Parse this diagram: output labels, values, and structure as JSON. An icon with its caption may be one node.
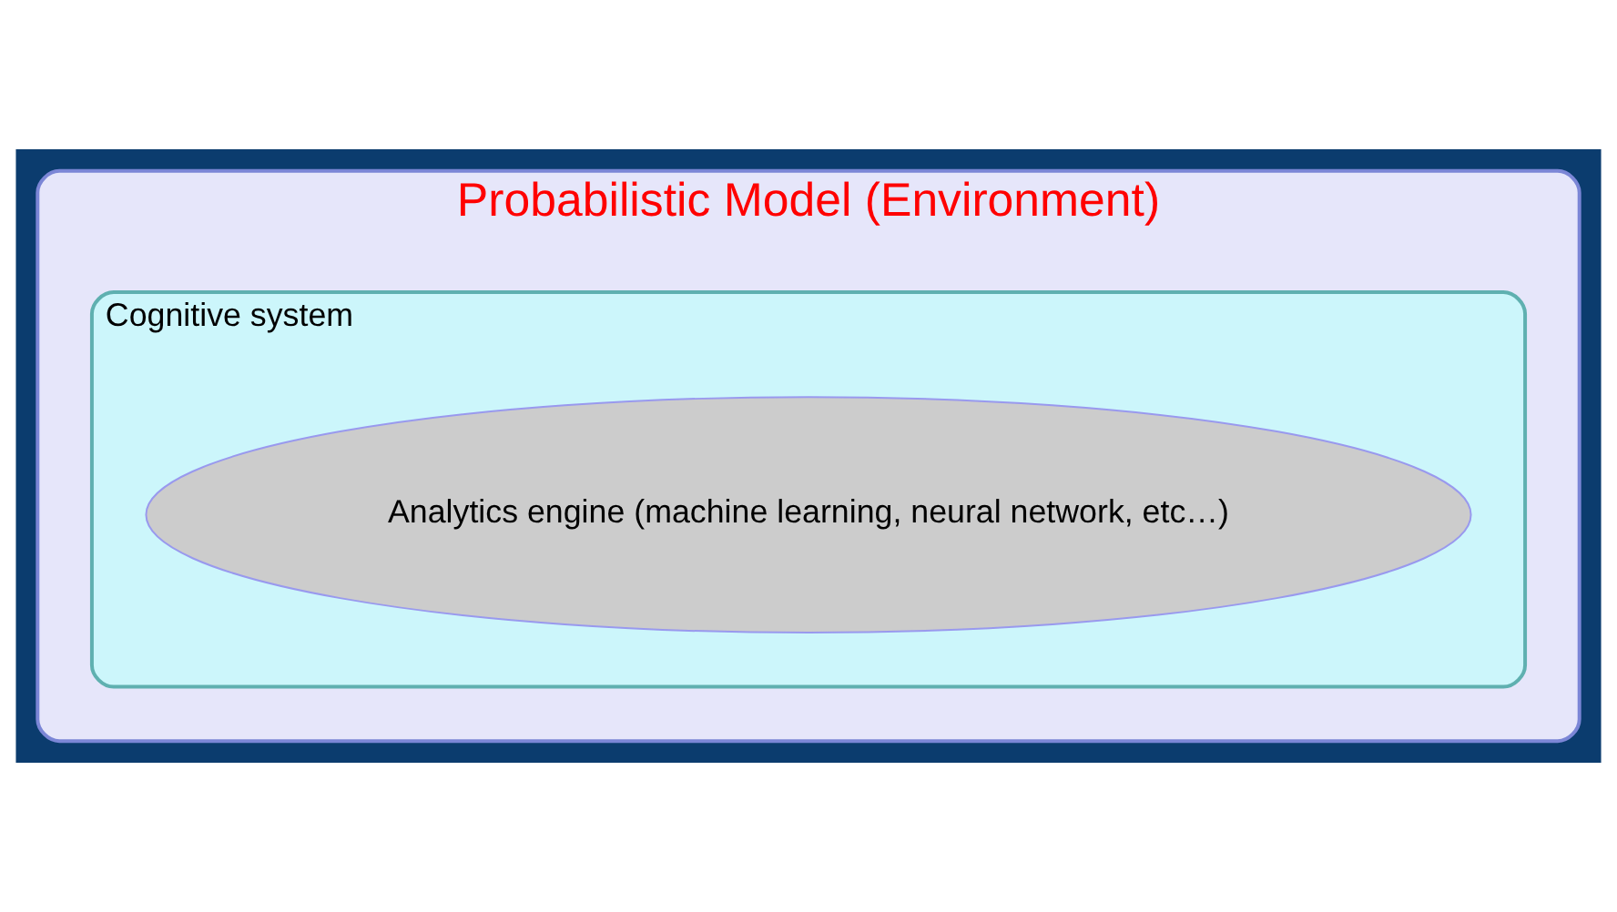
{
  "diagram": {
    "nodes": [
      {
        "text": [
          "Probabilistic Model (Environment)"
        ]
      },
      {
        "text": [
          "Cognitive system"
        ],
        "in": 0
      },
      {
        "text": [
          "Analytics engine (machine learning, neural network, etc…)"
        ],
        "in": 1
      }
    ]
  }
}
